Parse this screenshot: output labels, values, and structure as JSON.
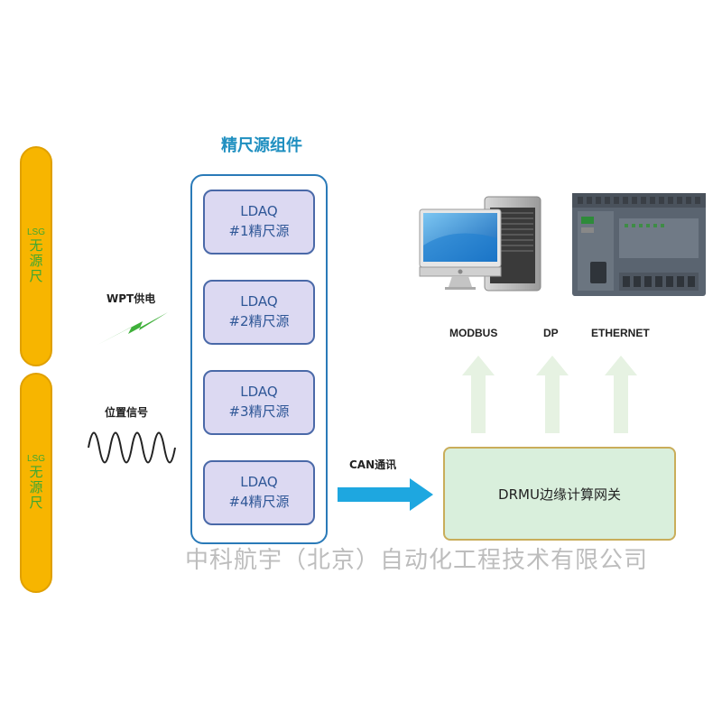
{
  "lsg_columns": [
    {
      "line1": "LSG",
      "line2": "无",
      "line3": "源",
      "line4": "尺"
    },
    {
      "line1": "LSG",
      "line2": "无",
      "line3": "源",
      "line4": "尺"
    }
  ],
  "wpt_label": "WPT供电",
  "position_label": "位置信号",
  "group_title": "精尺源组件",
  "ldaq_units": [
    {
      "name": "LDAQ",
      "sub": "#1精尺源"
    },
    {
      "name": "LDAQ",
      "sub": "#2精尺源"
    },
    {
      "name": "LDAQ",
      "sub": "#3精尺源"
    },
    {
      "name": "LDAQ",
      "sub": "#4精尺源"
    }
  ],
  "can_label": "CAN通讯",
  "drmu_label": "DRMU边缘计算网关",
  "protocols": [
    "MODBUS",
    "DP",
    "ETHERNET"
  ],
  "watermark": "中科航宇（北京）自动化工程技术有限公司",
  "colors": {
    "lsg_fill": "#f7b500",
    "lsg_text": "#3ea832",
    "group_border": "#2a7ab8",
    "ldaq_fill": "#dcd9f2",
    "can_arrow": "#1ea7e0",
    "up_arrow": "#e6f2e2",
    "drmu_fill": "#d9efdc"
  },
  "icons": [
    "lightning-icon",
    "sine-wave-icon",
    "computer-icon",
    "plc-icon"
  ]
}
